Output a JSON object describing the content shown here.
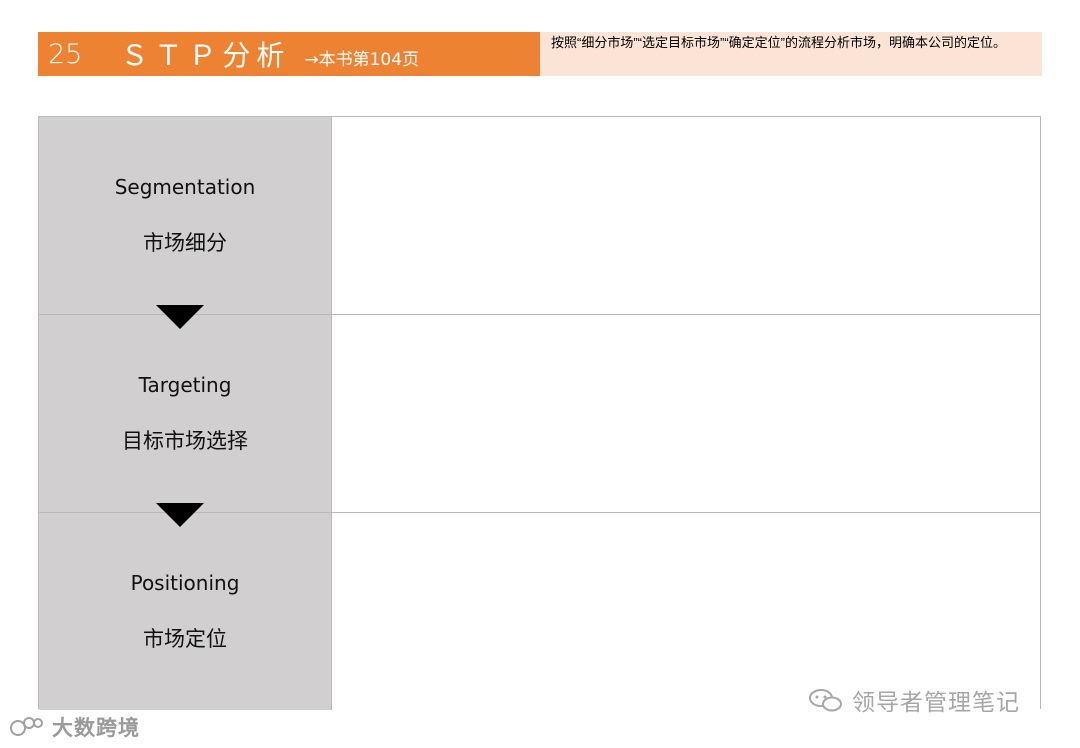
{
  "header": {
    "number": "25",
    "title": "ＳＴＰ分析",
    "reference": "→本书第104页",
    "description": "按照“细分市场”“选定目标市场”“确定定位”的流程分析市场，明确本公司的定位。"
  },
  "rows": [
    {
      "en": "Segmentation",
      "cn": "市场细分"
    },
    {
      "en": "Targeting",
      "cn": "目标市场选择"
    },
    {
      "en": "Positioning",
      "cn": "市场定位"
    }
  ],
  "watermarks": {
    "left": "大数跨境",
    "right": "领导者管理笔记"
  },
  "colors": {
    "header_orange": "#ee8233",
    "header_desc_bg": "#fbe4d6",
    "left_cell_gray": "#d1cfd0",
    "arrow": "#000000"
  }
}
